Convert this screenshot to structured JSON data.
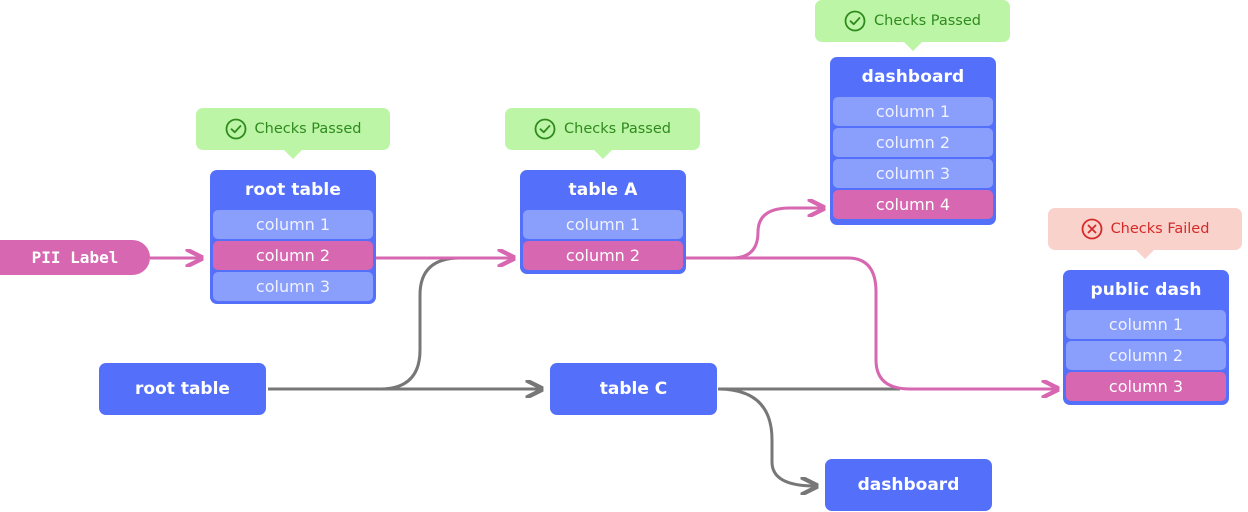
{
  "pii_label": "PII Label",
  "badges": {
    "root_table": "Checks Passed",
    "table_a": "Checks Passed",
    "dashboard": "Checks Passed",
    "public_dash": "Checks Failed"
  },
  "nodes": {
    "root_table": {
      "title": "root table",
      "columns": [
        "column 1",
        "column 2",
        "column 3"
      ]
    },
    "table_a": {
      "title": "table A",
      "columns": [
        "column 1",
        "column 2"
      ]
    },
    "dashboard": {
      "title": "dashboard",
      "columns": [
        "column 1",
        "column 2",
        "column 3",
        "column 4"
      ]
    },
    "public_dash": {
      "title": "public dash",
      "columns": [
        "column 1",
        "column 2",
        "column 3"
      ]
    }
  },
  "simple_nodes": {
    "root_table_2": "root table",
    "table_c": "table C",
    "dashboard_2": "dashboard"
  },
  "colors": {
    "node": "#5470fa",
    "column": "#8a9ffc",
    "pii": "#d667b0",
    "gray_edge": "#777777",
    "pass_bg": "#bdf5a6",
    "pass_text": "#2f8a1e",
    "fail_bg": "#f8d2cb",
    "fail_text": "#d62a2a"
  }
}
